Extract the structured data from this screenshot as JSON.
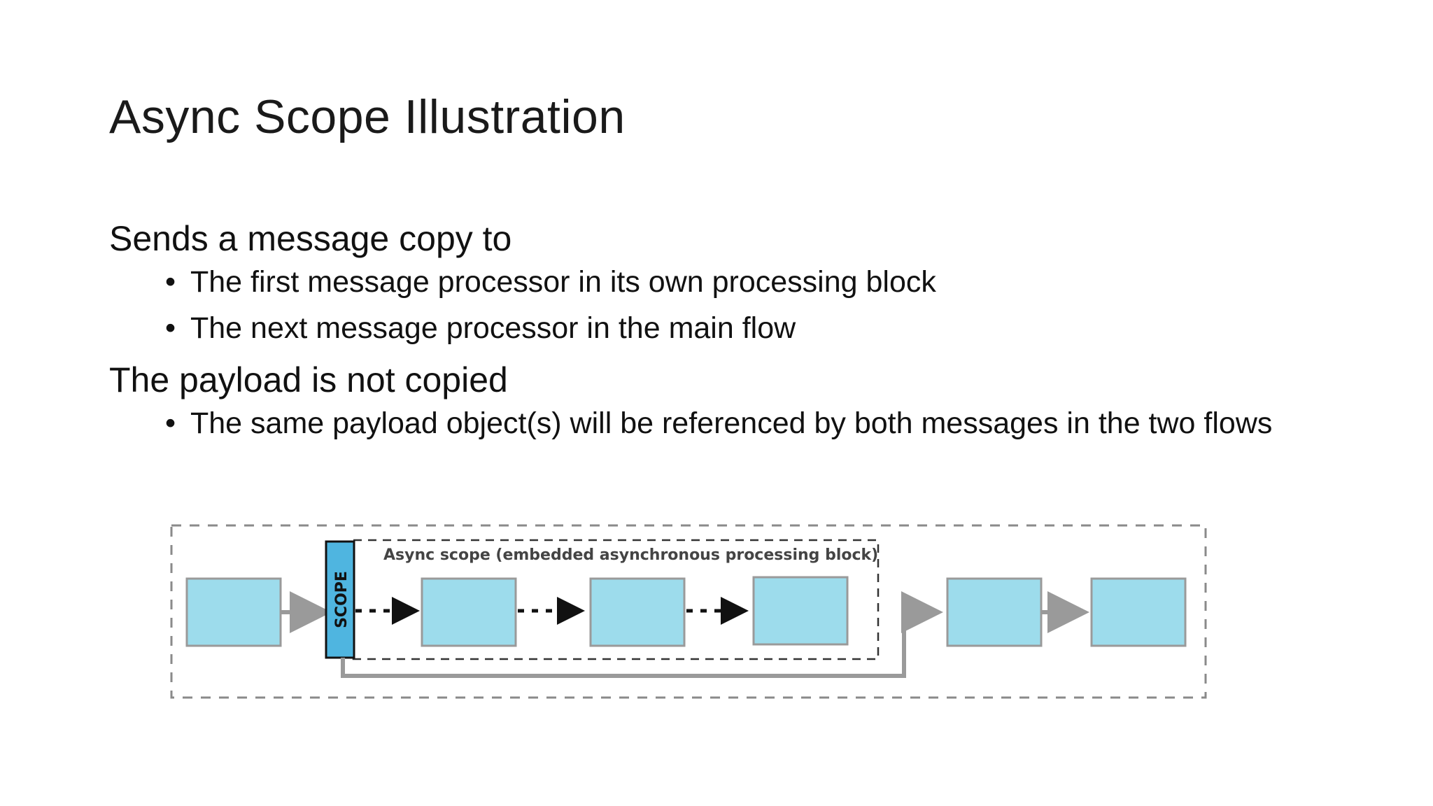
{
  "slide": {
    "title": "Async Scope Illustration",
    "sections": [
      {
        "heading": "Sends a message copy to",
        "bullets": [
          "The first message processor in its own processing block",
          "The next message processor in the main flow"
        ]
      },
      {
        "heading": "The payload is not copied",
        "bullets": [
          "The same payload object(s) will be referenced by both messages in the two flows"
        ]
      }
    ]
  },
  "diagram": {
    "async_scope_label": "Async scope (embedded asynchronous processing block)",
    "scope_label": "SCOPE",
    "colors": {
      "box_fill": "#9ddcec",
      "box_stroke": "#9a9a9a",
      "scope_fill": "#4fb5e0",
      "arrow_gray": "#9a9a9a",
      "arrow_black": "#111111",
      "dash": "#8a8a8a"
    }
  }
}
